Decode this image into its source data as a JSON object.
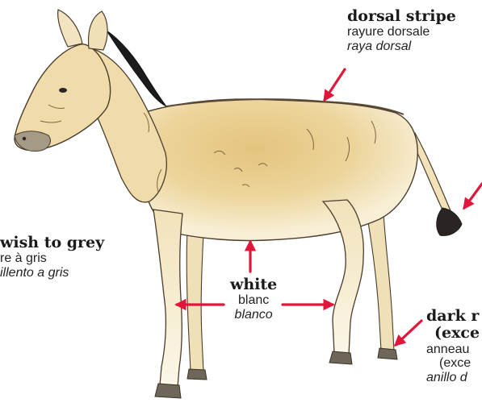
{
  "labels": {
    "dorsal_stripe": {
      "en": "dorsal stripe",
      "fr": "rayure dorsale",
      "es": "raya dorsal"
    },
    "coat_color": {
      "en": "wish to grey",
      "fr": "re à gris",
      "es": "illento a gris"
    },
    "white": {
      "en": "white",
      "fr": "blanc",
      "es": "blanco"
    },
    "dark_ring": {
      "en": "dark r",
      "en2": "(exce",
      "fr": "anneau",
      "fr2": "(exce",
      "es": "anillo d"
    }
  },
  "colors": {
    "arrow": "#e0173a",
    "coat": "#eedcaa",
    "coat_shade": "#d9b56a",
    "belly": "#fbf5e4",
    "outline": "#4a3d2c",
    "mane": "#1c1c1c",
    "hoof": "#6e6658"
  }
}
